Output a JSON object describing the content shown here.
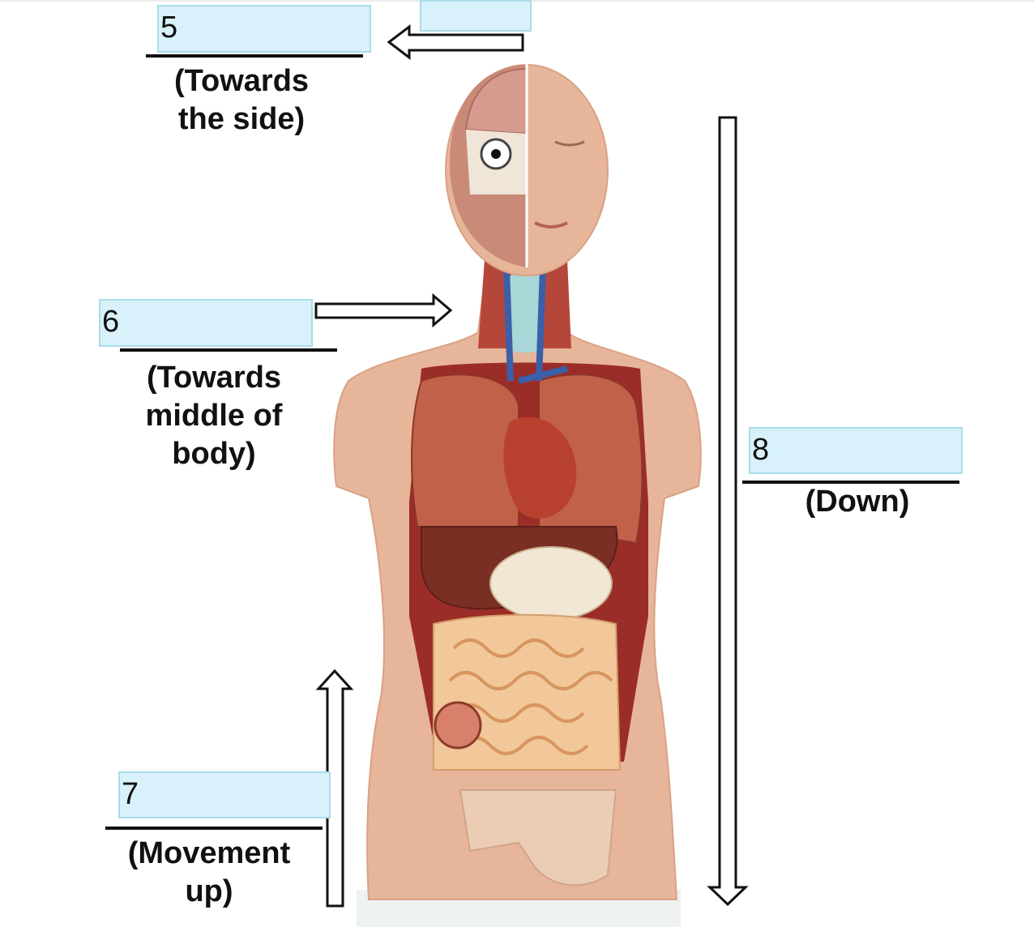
{
  "labels": [
    {
      "id": "5",
      "number": "5",
      "caption_line1": "(Towards",
      "caption_line2": "the side)"
    },
    {
      "id": "6",
      "number": "6",
      "caption_line1": "(Towards",
      "caption_line2": "middle of",
      "caption_line3": "body)"
    },
    {
      "id": "7",
      "number": "7",
      "caption_line1": "(Movement",
      "caption_line2": "up)"
    },
    {
      "id": "8",
      "number": "8",
      "caption_line1": "(Down)"
    }
  ],
  "extra_field": {
    "value": ""
  },
  "colors": {
    "field_fill": "#d8f1fa",
    "field_border": "#a9dcea",
    "skin": "#e8b89a",
    "arrow": "#111111"
  }
}
